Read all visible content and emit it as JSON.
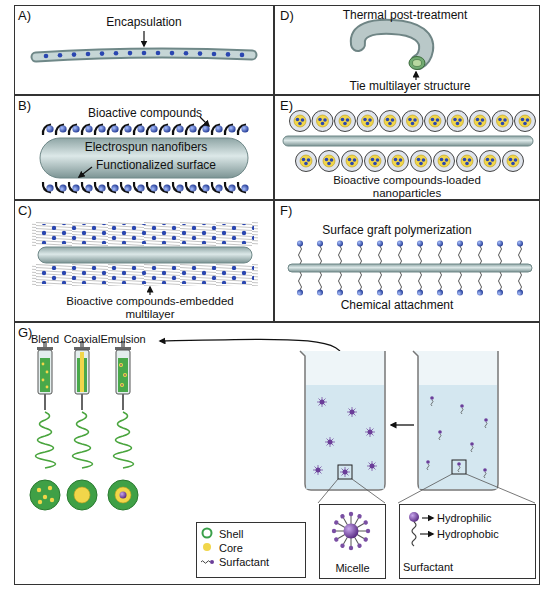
{
  "diagram": {
    "nodes": [
      {
        "text": [
          "A)",
          "Encapsulation"
        ]
      },
      {
        "text": [
          "B)",
          "Bioactive compounds",
          "Electrospun nanofibers",
          "Functionalized surface"
        ]
      },
      {
        "text": [
          "C)",
          "Bioactive compounds-embedded multilayer"
        ]
      },
      {
        "text": [
          "D)",
          "Thermal post-treatment",
          "Tie multilayer structure"
        ]
      },
      {
        "text": [
          "E)",
          "Bioactive compounds-loaded nanoparticles"
        ]
      },
      {
        "text": [
          "F)",
          "Surface graft polymerization",
          "Chemical attachment"
        ]
      },
      {
        "text": [
          "G)",
          "Blend",
          "Coaxial",
          "Emulsion"
        ]
      },
      {
        "text": [
          "Micelle"
        ],
        "in": 6
      },
      {
        "text": [
          "Hydrophilic",
          "Hydrophobic",
          "Surfactant"
        ],
        "in": 6
      }
    ],
    "legend": [
      {
        "text": "Shell"
      },
      {
        "text": "Core"
      },
      {
        "text": "Surfactant"
      }
    ]
  }
}
